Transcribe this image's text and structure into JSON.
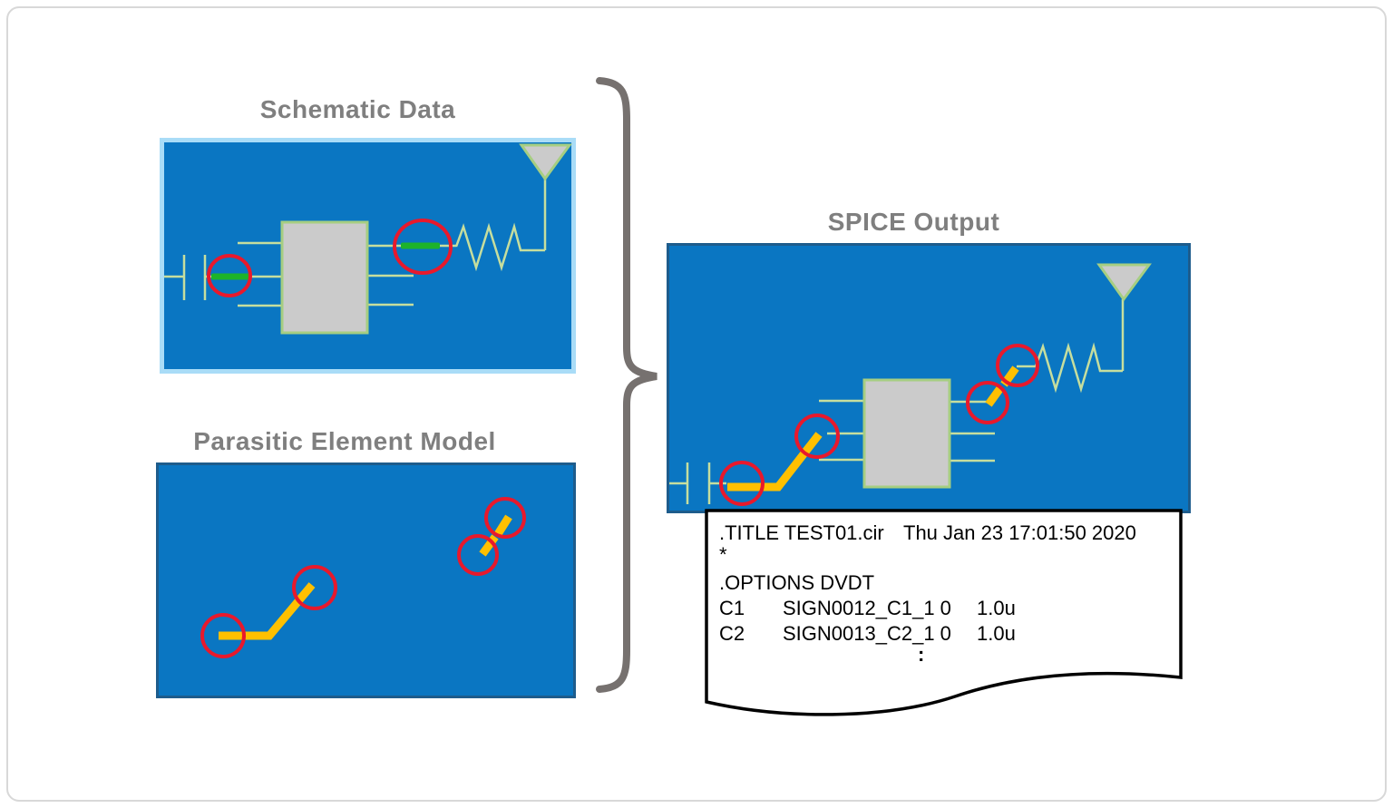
{
  "titles": {
    "schematic": "Schematic Data",
    "parasitic": "Parasitic Element Model",
    "spice": "SPICE Output"
  },
  "document": {
    "title_directive": ".TITLE TEST01.cir",
    "timestamp": "Thu Jan 23 17:01:50 2020",
    "comment_line": "*",
    "options_directive": ".OPTIONS DVDT",
    "row_c1": {
      "ref": "C1",
      "node": "SIGN0012_C1_1 0",
      "value": "1.0u"
    },
    "row_c2": {
      "ref": "C2",
      "node": "SIGN0013_C2_1 0",
      "value": "1.0u"
    },
    "continuation": ":"
  },
  "icons": [
    "capacitor-icon",
    "ic-chip-icon",
    "resistor-icon",
    "antenna-icon",
    "net-highlight-green",
    "parasitic-trace-yellow",
    "highlight-circle-red",
    "curly-brace",
    "torn-paper-document"
  ],
  "colors": {
    "panel_blue": "#0a76c2",
    "schematic_border_cyan": "#a9dcf7",
    "panel_border_navy": "#1e5c8c",
    "wire_pale_green": "#c6de9e",
    "component_gray": "#cbcbcb",
    "component_border_green": "#a6ce82",
    "net_highlight_green": "#1db32a",
    "parasitic_trace_yellow": "#ffc000",
    "highlight_red": "#e8192c",
    "title_gray": "#7f7f7f",
    "brace_gray": "#76716f",
    "document_border": "#000000"
  }
}
